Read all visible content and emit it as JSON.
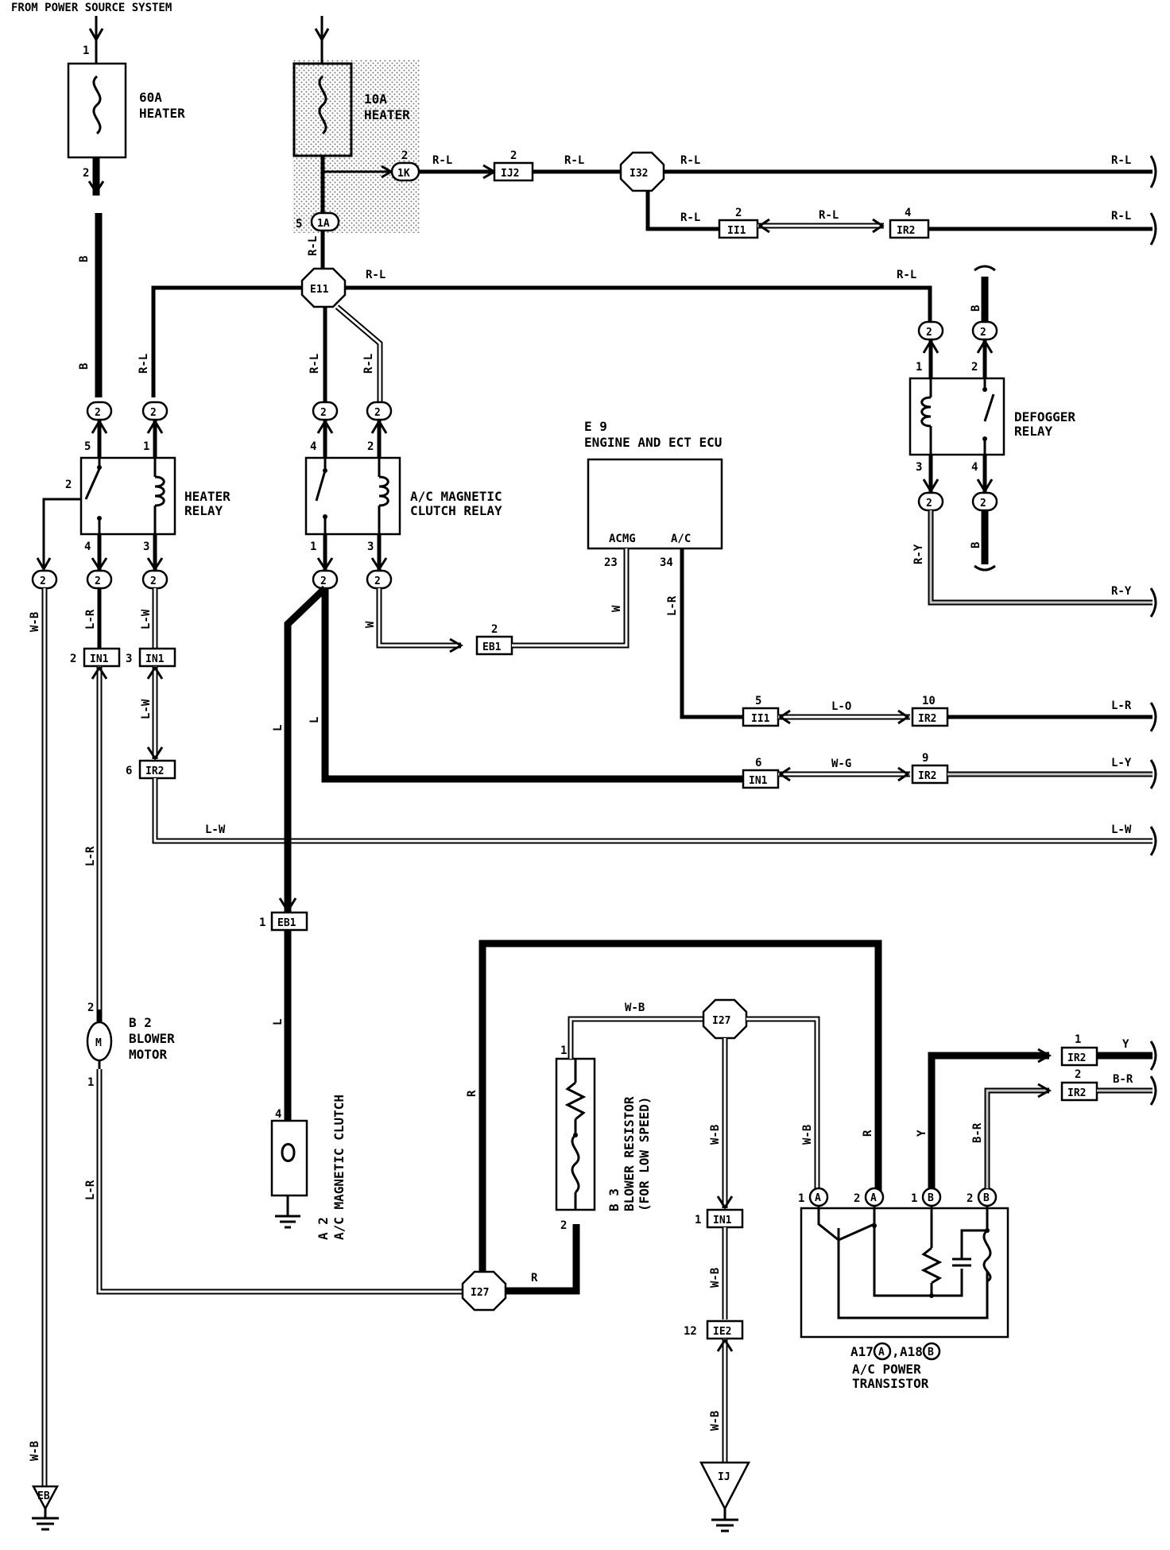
{
  "header": {
    "title": "FROM POWER SOURCE SYSTEM"
  },
  "fuses": {
    "heater60": {
      "line1": "60A",
      "line2": "HEATER",
      "pin_top": "1",
      "pin_bottom": "2"
    },
    "heater10": {
      "line1": "10A",
      "line2": "HEATER",
      "pin_side": "5"
    }
  },
  "connectors": {
    "c_1k": "1K",
    "c_1a": "1A",
    "ij2": "IJ2",
    "i32": "I32",
    "ii1_top": "II1",
    "ir2_top": "IR2",
    "e11": "E11",
    "eb1_mid": "EB1",
    "ii1_mid": "II1",
    "ir2_mid": "IR2",
    "in1_mid": "IN1",
    "ir2_mid2": "IR2",
    "in1_left": "IN1",
    "in1_left2": "IN1",
    "ir2_left": "IR2",
    "eb1_low": "EB1",
    "i27_top": "I27",
    "i27_bottom": "I27",
    "in1_low": "IN1",
    "ie2": "IE2",
    "ir2_pt1": "IR2",
    "ir2_pt2": "IR2",
    "two": "2"
  },
  "grounds": {
    "eb": "EB",
    "ij": "IJ"
  },
  "components": {
    "heater_relay": {
      "line1": "HEATER",
      "line2": "RELAY"
    },
    "ac_relay": {
      "line1": "A/C MAGNETIC",
      "line2": "CLUTCH RELAY"
    },
    "defogger_relay": {
      "line1": "DEFOGGER",
      "line2": "RELAY"
    },
    "ecu": {
      "id": "E 9",
      "name": "ENGINE AND ECT ECU",
      "pin_acmg": "ACMG",
      "pin_ac": "A/C",
      "num_acmg": "23",
      "num_ac": "34"
    },
    "blower_motor": {
      "id": "B 2",
      "line1": "BLOWER",
      "line2": "MOTOR",
      "symbol": "M"
    },
    "ac_clutch": {
      "id": "A 2",
      "name": "A/C MAGNETIC CLUTCH"
    },
    "blower_resistor": {
      "id": "B 3",
      "line1": "BLOWER RESISTOR",
      "line2": "(FOR LOW SPEED)"
    },
    "power_transistor": {
      "id_a": "A17",
      "sep": ",",
      "id_b": "A18",
      "line1": "A/C POWER",
      "line2": "TRANSISTOR",
      "conn_a": "A",
      "conn_b": "B"
    }
  },
  "wire_colors": {
    "b": "B",
    "rl": "R-L",
    "ry": "R-Y",
    "wb": "W-B",
    "lr": "L-R",
    "lw": "L-W",
    "w": "W",
    "lo": "L-O",
    "wg": "W-G",
    "ly": "L-Y",
    "l": "L",
    "r": "R",
    "y": "Y",
    "br": "B-R"
  },
  "pins": {
    "p1": "1",
    "p2": "2",
    "p3": "3",
    "p4": "4",
    "p5": "5",
    "p6": "6",
    "p9": "9",
    "p10": "10",
    "p12": "12"
  }
}
